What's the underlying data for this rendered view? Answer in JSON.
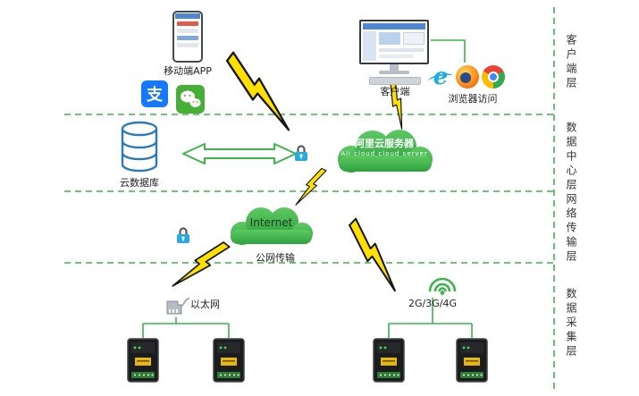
{
  "layers": {
    "client": "客户端层",
    "datacenter": "数据中心层",
    "network": "网络传输层",
    "collection": "数据采集层"
  },
  "nodes": {
    "mobile_app": "移动端APP",
    "client_pc": "客户端",
    "browser_access": "浏览器访问",
    "ali_cloud_line1": "阿里云服务器",
    "ali_cloud_line2": "Ali cloud cloud server",
    "cloud_db": "云数据库",
    "internet": "Internet",
    "public_transmission": "公网传输",
    "ethernet": "以太网",
    "cellular": "2G/3G/4G",
    "alipay_char": "支"
  },
  "icons": [
    "mobile-phone-icon",
    "alipay-icon",
    "wechat-icon",
    "desktop-monitor-icon",
    "ie-browser-icon",
    "firefox-browser-icon",
    "chrome-browser-icon",
    "cloud-server-icon",
    "database-icon",
    "sync-arrow-icon",
    "lock-icon",
    "lightning-icon",
    "internet-cloud-icon",
    "ethernet-plug-icon",
    "wifi-icon",
    "device-terminal-icon"
  ],
  "colors": {
    "green": "#3cb54a",
    "bolt": "#ffe000",
    "lock": "#29abe2",
    "db": "#2b7bba",
    "alipay": "#1677ff",
    "wechat": "#45b035"
  }
}
